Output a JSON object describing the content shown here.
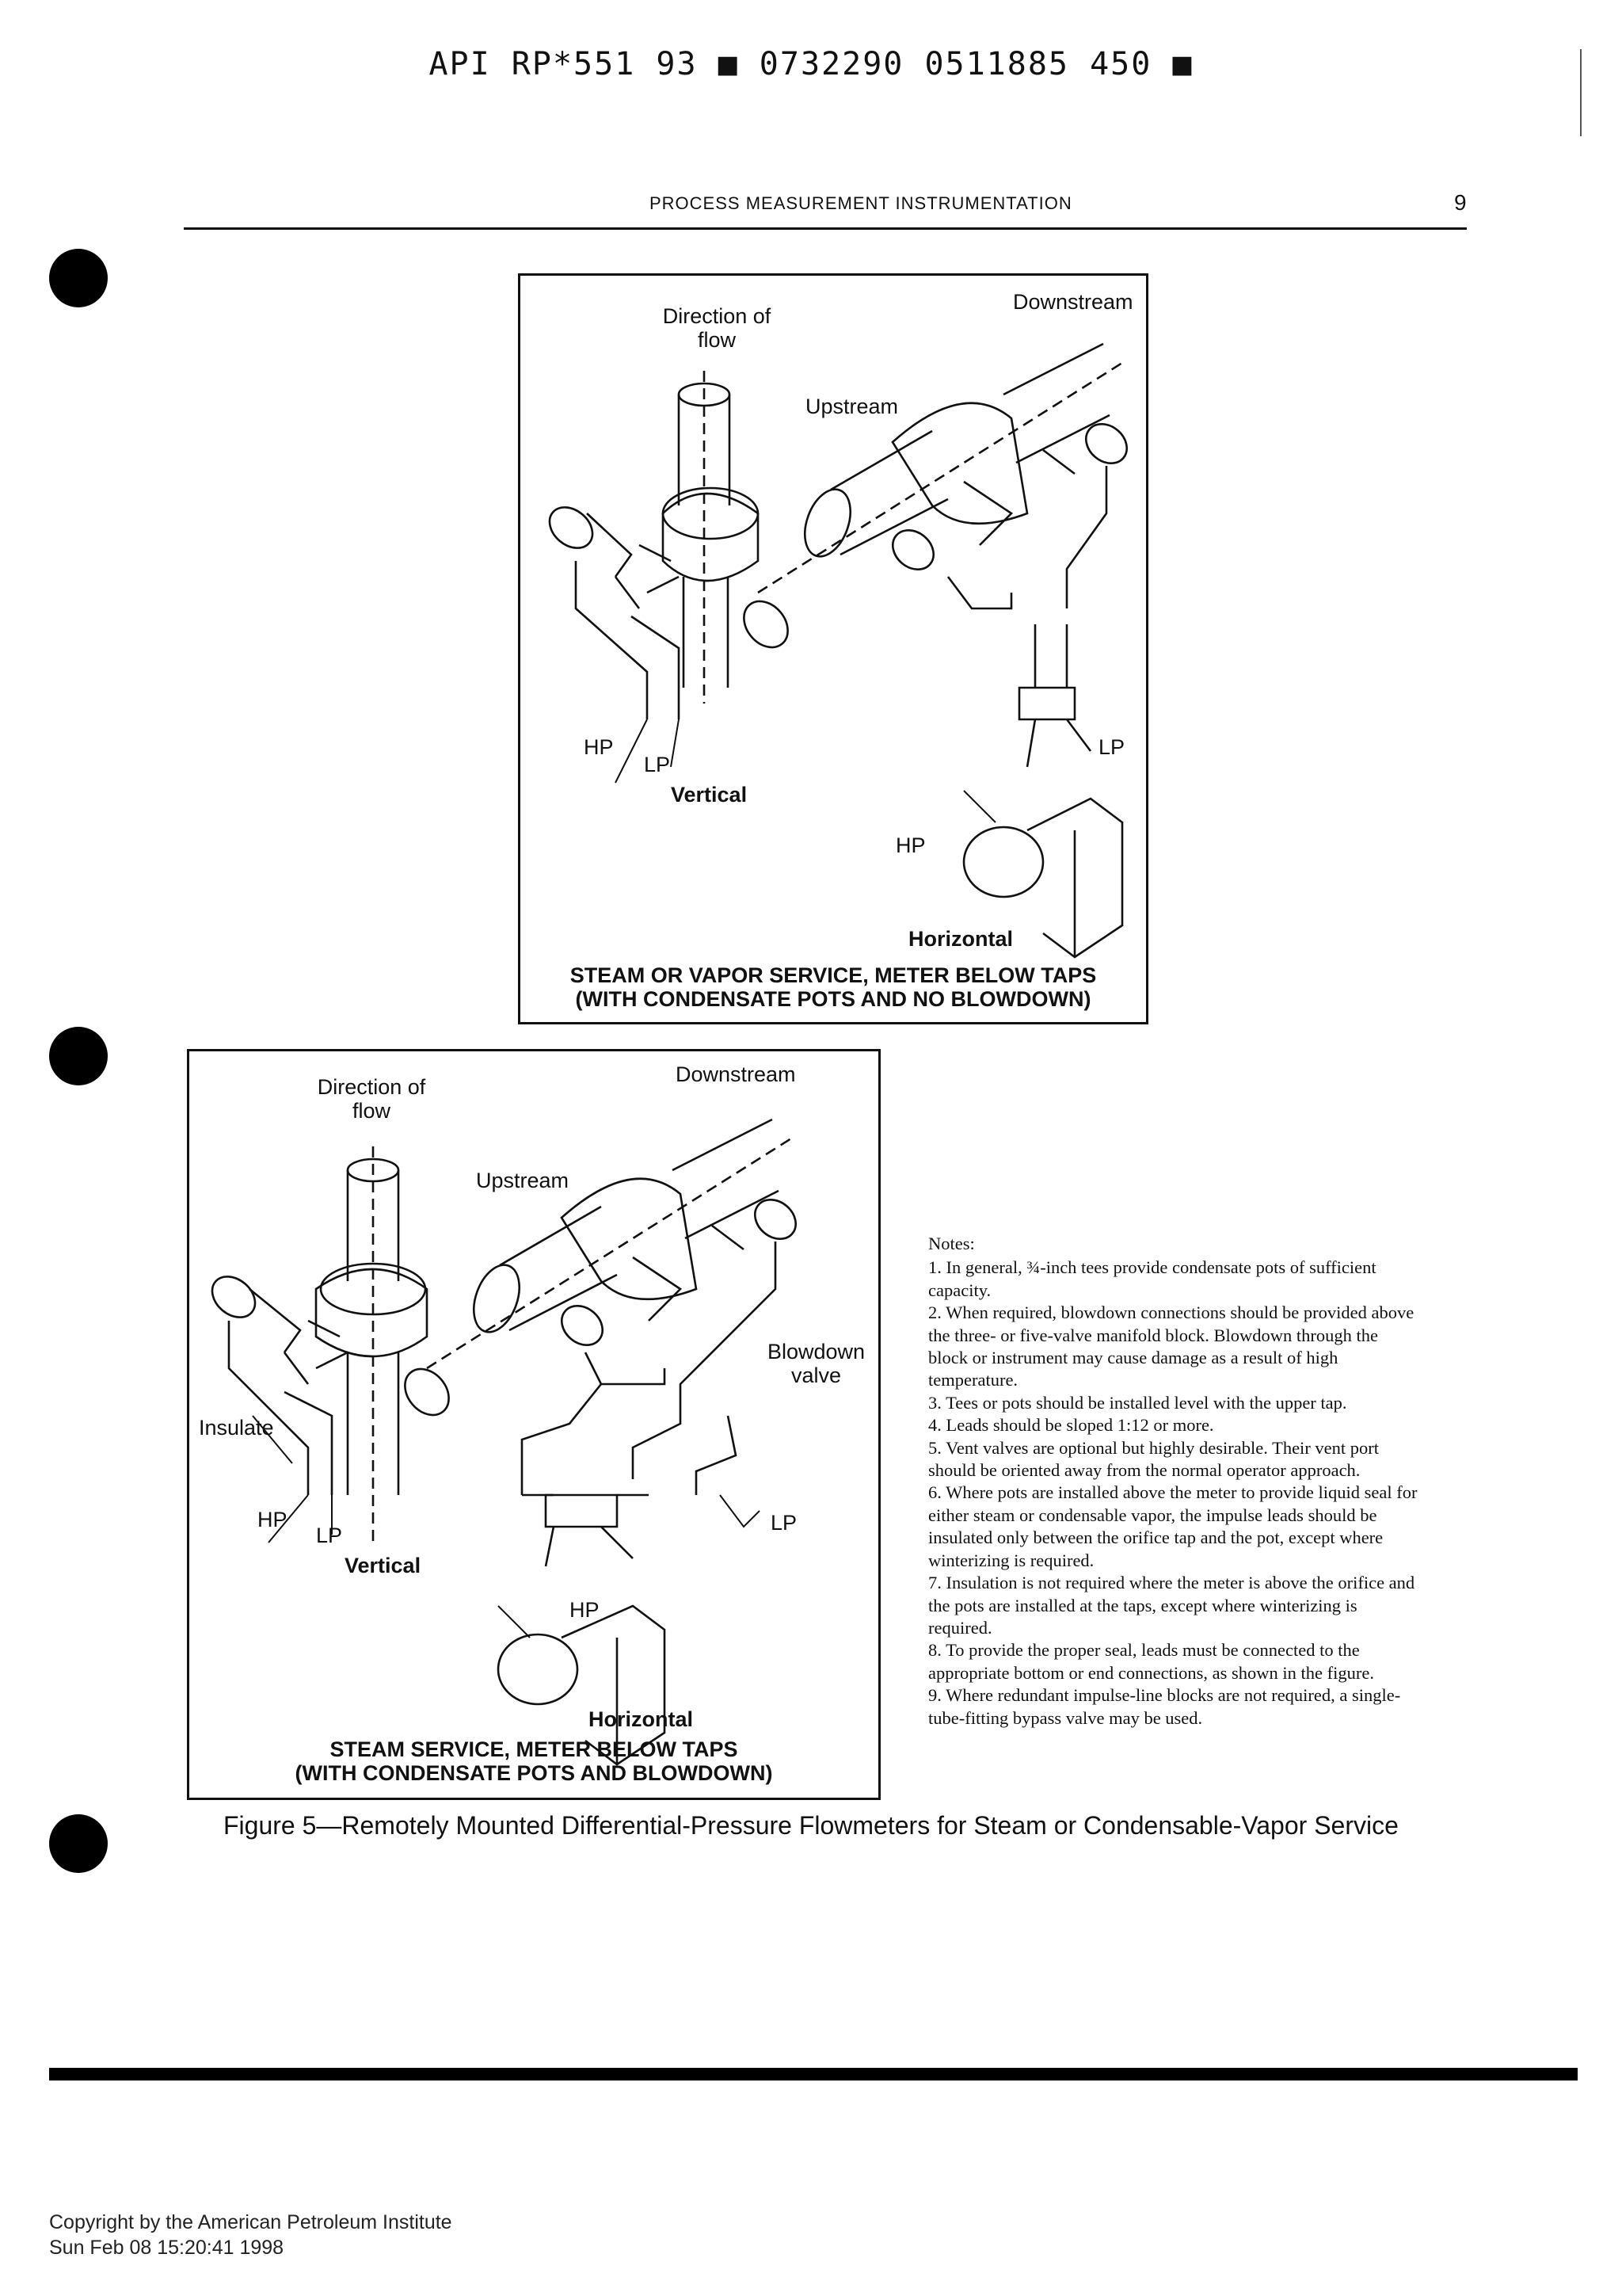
{
  "header": {
    "doc_id": "API RP*551 93 ■ 0732290 0511885 450 ■",
    "running_head": "PROCESS MEASUREMENT INSTRUMENTATION",
    "page_number": "9"
  },
  "figure_top": {
    "direction_of_flow": "Direction of\nflow",
    "downstream": "Downstream",
    "upstream": "Upstream",
    "hp_vertical": "HP",
    "lp_vertical": "LP",
    "vertical": "Vertical",
    "lp_horizontal": "LP",
    "hp_horizontal": "HP",
    "horizontal": "Horizontal",
    "caption_line1": "STEAM OR VAPOR SERVICE, METER BELOW TAPS",
    "caption_line2": "(WITH CONDENSATE POTS AND NO BLOWDOWN)"
  },
  "figure_bottom": {
    "direction_of_flow": "Direction of\nflow",
    "downstream": "Downstream",
    "upstream": "Upstream",
    "insulate": "Insulate",
    "blowdown_valve": "Blowdown\nvalve",
    "hp_vertical": "HP",
    "lp_vertical": "LP",
    "vertical": "Vertical",
    "lp_horizontal": "LP",
    "hp_horizontal": "HP",
    "horizontal": "Horizontal",
    "caption_line1": "STEAM SERVICE, METER BELOW TAPS",
    "caption_line2": "(WITH CONDENSATE POTS AND BLOWDOWN)"
  },
  "notes": {
    "title": "Notes:",
    "items": [
      "1. In general, ¾-inch tees provide condensate pots of sufficient capacity.",
      "2. When required, blowdown connections should be provided above the three- or five-valve manifold block. Blowdown through the block or instrument may cause damage as a result of high temperature.",
      "3. Tees or pots should be installed level with the upper tap.",
      "4. Leads should be sloped 1:12 or more.",
      "5. Vent valves are optional but highly desirable. Their vent port should be oriented away from the normal operator approach.",
      "6. Where pots are installed above the meter to provide liquid seal for either steam or condensable vapor, the impulse leads should be insulated only between the orifice tap and the pot, except where winterizing is required.",
      "7. Insulation is not required where the meter is above the orifice and the pots are installed at the taps, except where winterizing is required.",
      "8. To provide the proper seal, leads must be connected to the appropriate bottom or end connections, as shown in the figure.",
      "9. Where redundant impulse-line blocks are not required, a single-tube-fitting bypass valve may be used."
    ]
  },
  "figure_title": "Figure 5—Remotely Mounted Differential-Pressure Flowmeters for Steam or Condensable-Vapor Service",
  "footer": {
    "line1": "Copyright by the American Petroleum Institute",
    "line2": "Sun Feb 08 15:20:41 1998"
  }
}
